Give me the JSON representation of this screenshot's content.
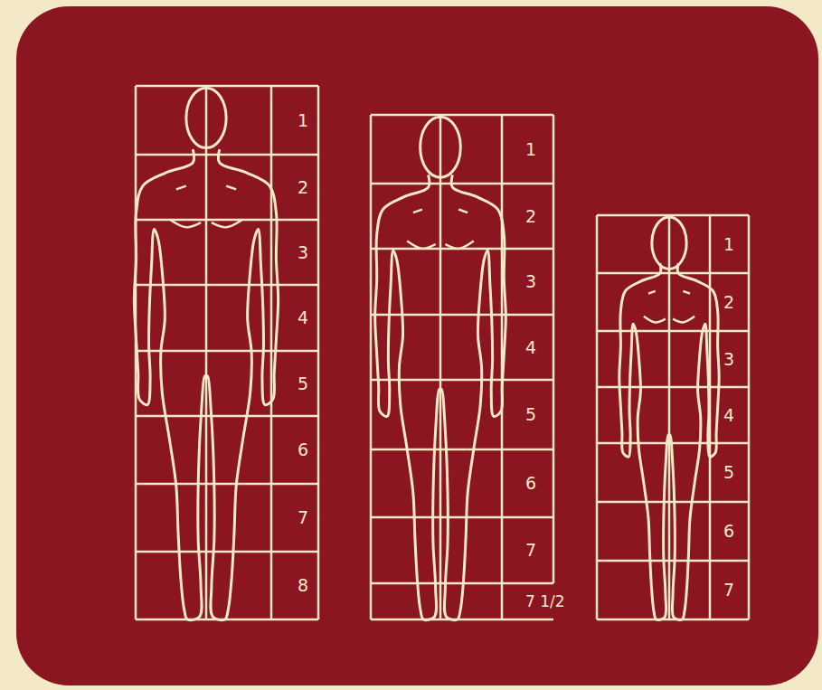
{
  "diagram": {
    "labels": [
      "1",
      "2",
      "3",
      "4",
      "5",
      "6",
      "7",
      "8",
      "1",
      "2",
      "3",
      "4",
      "5",
      "6",
      "7",
      "7 1/2",
      "1",
      "2",
      "3",
      "4",
      "5",
      "6",
      "7"
    ]
  }
}
